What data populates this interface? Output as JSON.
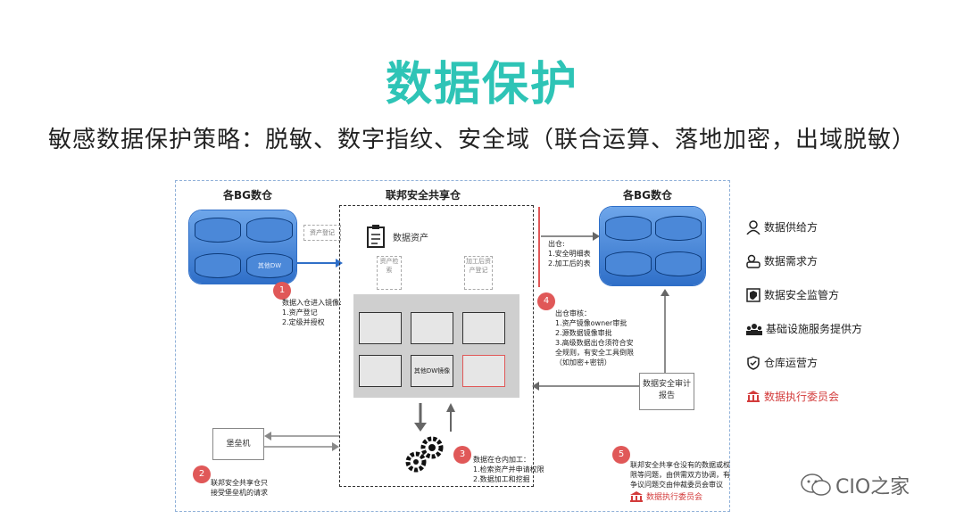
{
  "title": "数据保护",
  "subtitle": "敏感数据保护策略：脱敏、数字指纹、安全域（联合运算、落地加密，出域脱敏）",
  "diagram": {
    "left_title": "各BG数仓",
    "center_title": "联邦安全共享仓",
    "right_title": "各BG数仓",
    "left_cyl4": "其他DW",
    "arrow_asset_register": "资产登记",
    "asset_label": "数据资产",
    "asset_search": "资产检索",
    "process_register": "加工后资产登记",
    "grey_box5": "其他DW镜像",
    "note1": [
      "数据入仓进入镜像:",
      "1.资产登记",
      "2.定级并授权"
    ],
    "note_out": [
      "出仓:",
      "1.安全明细表",
      "2.加工后的表"
    ],
    "note4": [
      "出仓审核：",
      "1.资产镜像owner审批",
      "2.源数据镜像审批",
      "3.高级数据出仓须符合安",
      "全规则，有安全工具倒限",
      "（如加密+密钥）"
    ],
    "audit_box": "数据安全审计报告",
    "bastion": "堡垒机",
    "note2": [
      "联邦安全共享仓只",
      "接受堡垒机的请求"
    ],
    "note3": [
      "数据在仓内加工：",
      "1.检索资产并申请权限",
      "2.数据加工和挖掘"
    ],
    "note5": [
      "联邦安全共享仓没有的数据或权",
      "限等问题，由供需双方协调，有",
      "争议问题交由仲裁委员会审议"
    ],
    "committee_small": "数据执行委员会",
    "circles": [
      "1",
      "2",
      "3",
      "4",
      "5"
    ]
  },
  "legend": [
    {
      "label": "数据供给方",
      "icon": "person-icon",
      "color": "#222222"
    },
    {
      "label": "数据需求方",
      "icon": "people-icon",
      "color": "#222222"
    },
    {
      "label": "数据安全监管方",
      "icon": "shield-badge-icon",
      "color": "#222222"
    },
    {
      "label": "基础设施服务提供方",
      "icon": "group-icon",
      "color": "#222222"
    },
    {
      "label": "仓库运营方",
      "icon": "shield-check-icon",
      "color": "#222222"
    },
    {
      "label": "数据执行委员会",
      "icon": "institution-icon",
      "color": "#d33c3c"
    }
  ],
  "watermark": "CIO之家",
  "colors": {
    "title": "#2ec4b6",
    "blue": "#2f6fc8",
    "red": "#e05858"
  }
}
